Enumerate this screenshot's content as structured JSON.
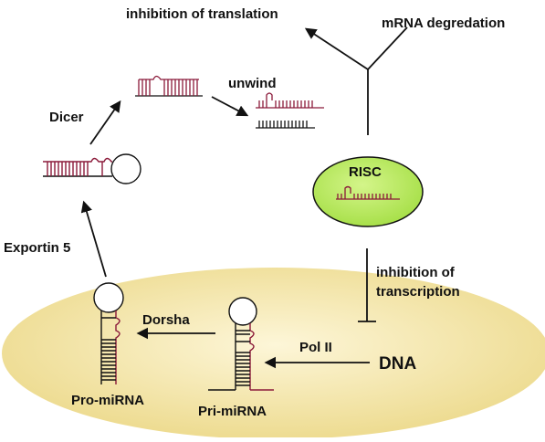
{
  "labels": {
    "inhibition_translation": "inhibition of translation",
    "mrna_degradation": "mRNA degredation",
    "unwind": "unwind",
    "dicer": "Dicer",
    "risc": "RISC",
    "exportin": "Exportin 5",
    "inhibition_transcription_1": "inhibition of",
    "inhibition_transcription_2": "transcription",
    "dorsha": "Dorsha",
    "pol2": "Pol II",
    "dna": "DNA",
    "pro_mirna": "Pro-miRNA",
    "pri_mirna": "Pri-miRNA"
  },
  "colors": {
    "nucleus_center": "#fdf6d8",
    "nucleus_edge": "#ecd98a",
    "risc_fill": "#a8e04a",
    "risc_fill_light": "#d4f58a",
    "rna_strand": "#8b1a3a",
    "line": "#111111"
  }
}
